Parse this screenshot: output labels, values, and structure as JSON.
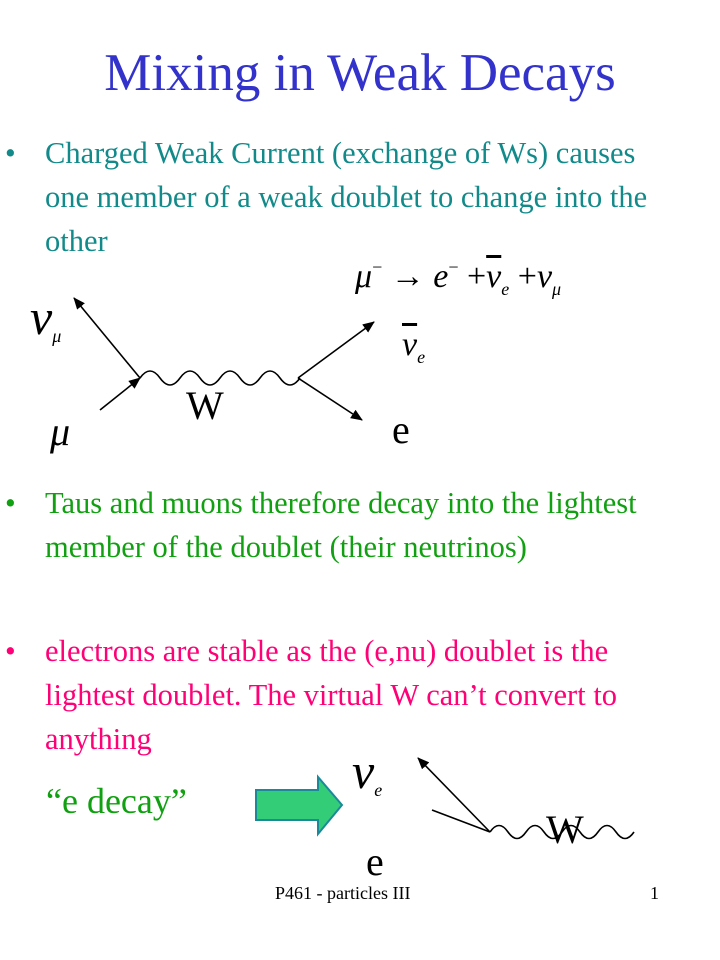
{
  "slide": {
    "title": "Mixing in Weak Decays",
    "bullets": [
      {
        "bullet": "•",
        "text": "Charged Weak Current (exchange of Ws) causes one member of a weak doublet to change into the other",
        "color": "#138a8a"
      },
      {
        "bullet": "•",
        "text": "Taus and muons therefore decay into the lightest member of the doublet (their neutrinos)",
        "color": "#11a011"
      },
      {
        "bullet": "•",
        "text": "electrons are stable as the (e,nu) doublet is the lightest doublet. The virtual W can’t convert to anything",
        "color": "#ff0077"
      }
    ],
    "equation": {
      "mu": "μ",
      "mu_charge": "−",
      "arrow": "→",
      "e": "e",
      "e_charge": "−",
      "plus1": "+",
      "nubar": "ν",
      "nubar_sub": "e",
      "plus2": "+",
      "nu": "ν",
      "nu_sub": "μ"
    },
    "diagram1": {
      "nu_mu": "ν",
      "nu_mu_sub": "μ",
      "mu": "μ",
      "w": "W",
      "nubar_e": "ν",
      "nubar_e_sub": "e",
      "e": "e"
    },
    "diagram2": {
      "nu_e": "ν",
      "nu_e_sub": "e",
      "e": "e",
      "w": "W"
    },
    "quote": "“e decay”",
    "footer_left": "P461 - particles III",
    "footer_right": "1",
    "colors": {
      "title": "#3333cc",
      "arrow_fill": "#33cc77",
      "arrow_stroke": "#1a8a9a"
    }
  }
}
